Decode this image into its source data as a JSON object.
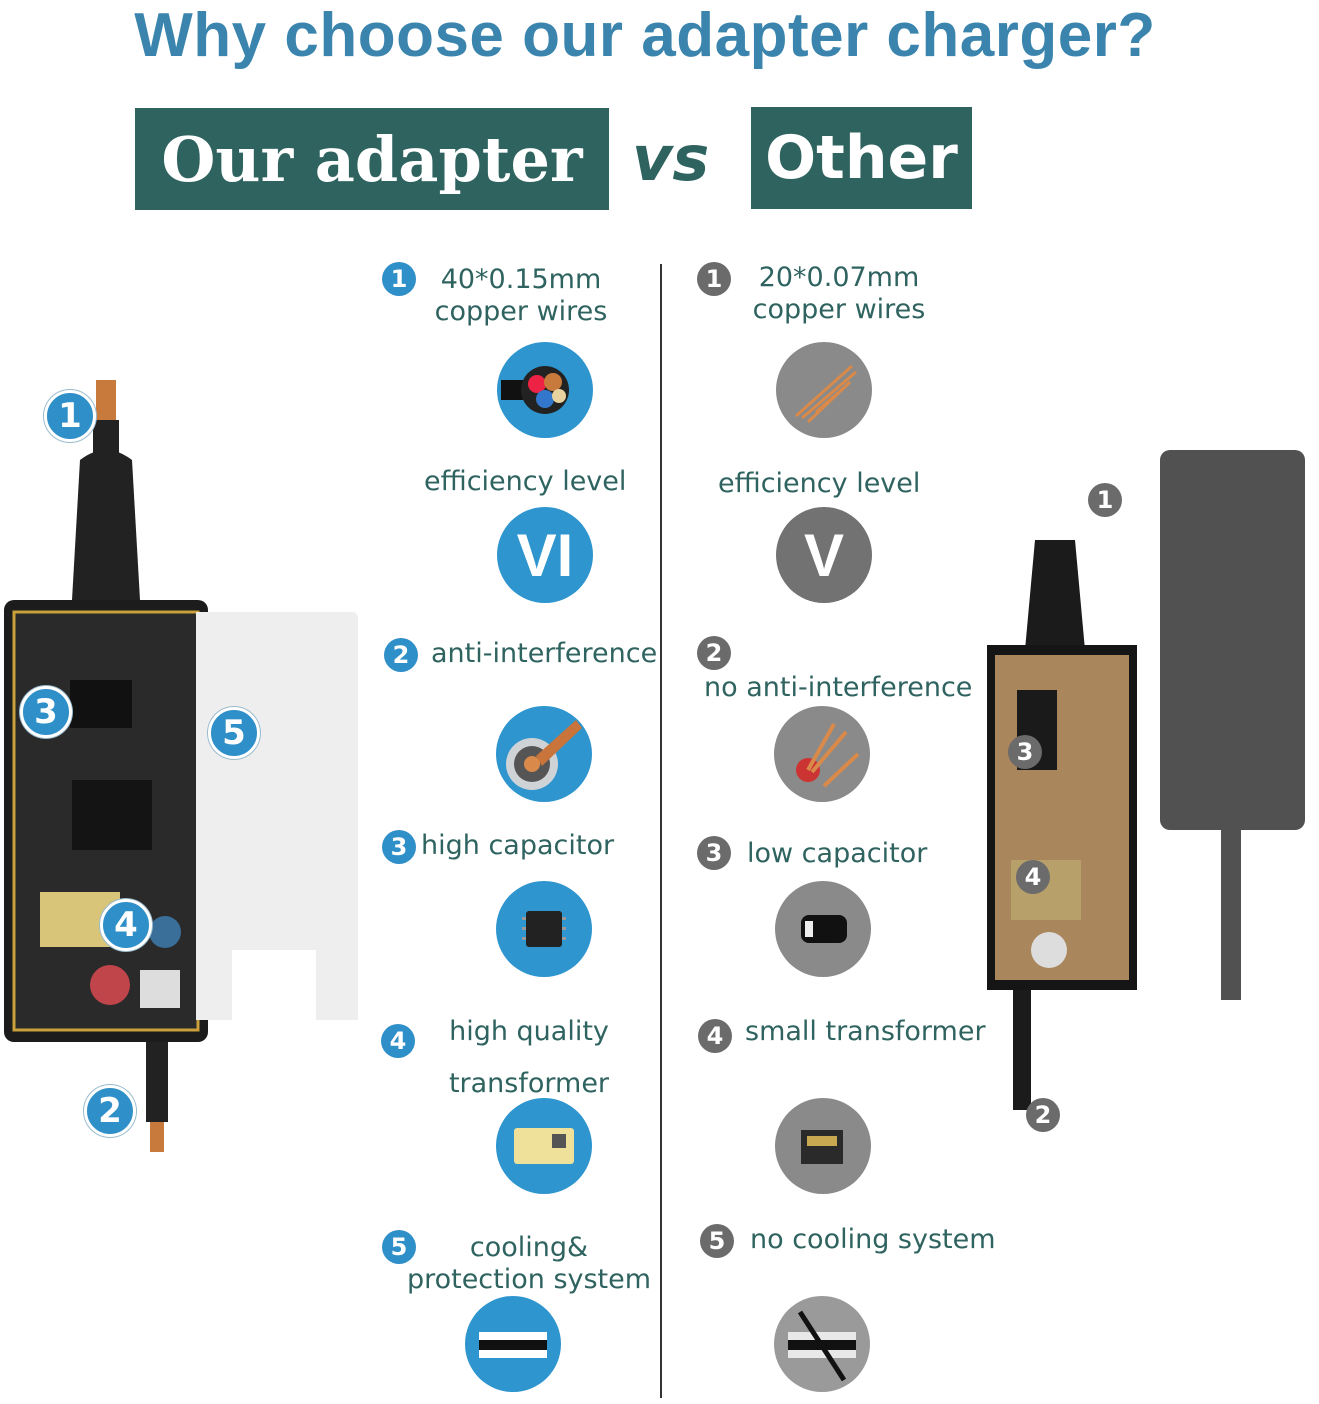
{
  "header": {
    "title": "Why choose our adapter charger?",
    "ours_label": "Our adapter",
    "vs_label": "vs",
    "other_label": "Other"
  },
  "ours": {
    "features": [
      {
        "num": "1",
        "text": "40*0.15mm copper wires"
      },
      {
        "num": "",
        "text": "efficiency level",
        "badge": "VI"
      },
      {
        "num": "2",
        "text": "anti-interference"
      },
      {
        "num": "3",
        "text": "high capacitor"
      },
      {
        "num": "4",
        "text": "high quality transformer"
      },
      {
        "num": "5",
        "text": "cooling& protection system"
      }
    ],
    "callouts": [
      "1",
      "3",
      "5",
      "4",
      "2"
    ]
  },
  "other": {
    "features": [
      {
        "num": "1",
        "text": "20*0.07mm copper wires"
      },
      {
        "num": "",
        "text": "efficiency level",
        "badge": "V"
      },
      {
        "num": "2",
        "text": "no anti-interference"
      },
      {
        "num": "3",
        "text": "low capacitor"
      },
      {
        "num": "4",
        "text": "small transformer"
      },
      {
        "num": "5",
        "text": "no cooling system"
      }
    ],
    "callouts": [
      "1",
      "3",
      "4",
      "2"
    ]
  },
  "colors": {
    "title": "#3a84ad",
    "box": "#2f6360",
    "accent_blue": "#2e95cf",
    "accent_gray": "#8a8a8a"
  }
}
